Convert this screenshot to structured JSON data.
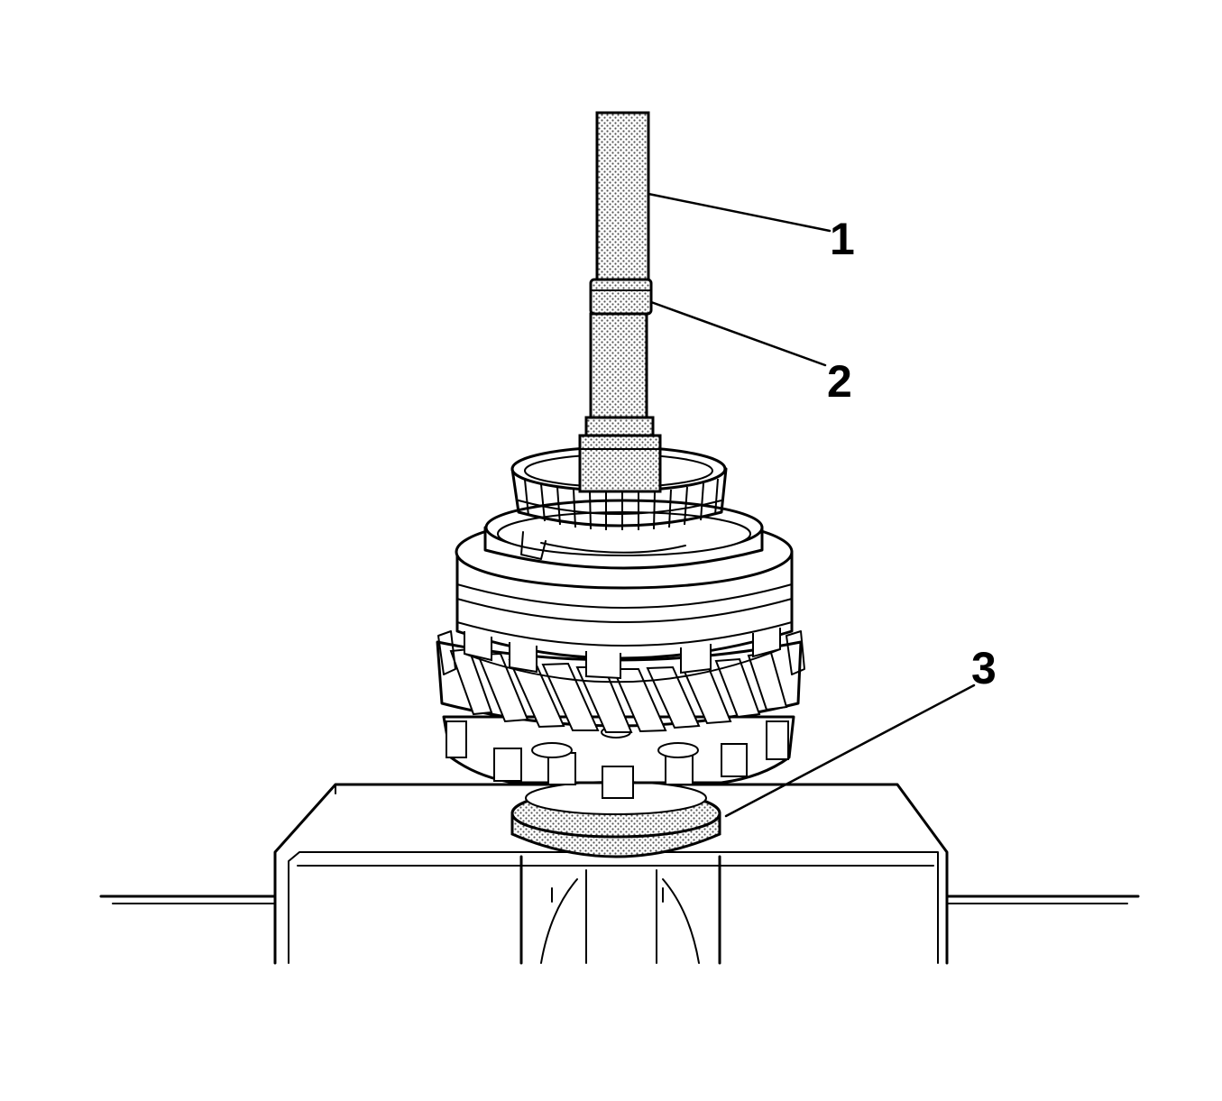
{
  "diagram": {
    "callouts": [
      {
        "id": "1",
        "label": "1"
      },
      {
        "id": "2",
        "label": "2"
      },
      {
        "id": "3",
        "label": "3"
      }
    ]
  },
  "colors": {
    "ink": "#000000",
    "paper": "#ffffff",
    "shade": "#d9d9d9"
  }
}
